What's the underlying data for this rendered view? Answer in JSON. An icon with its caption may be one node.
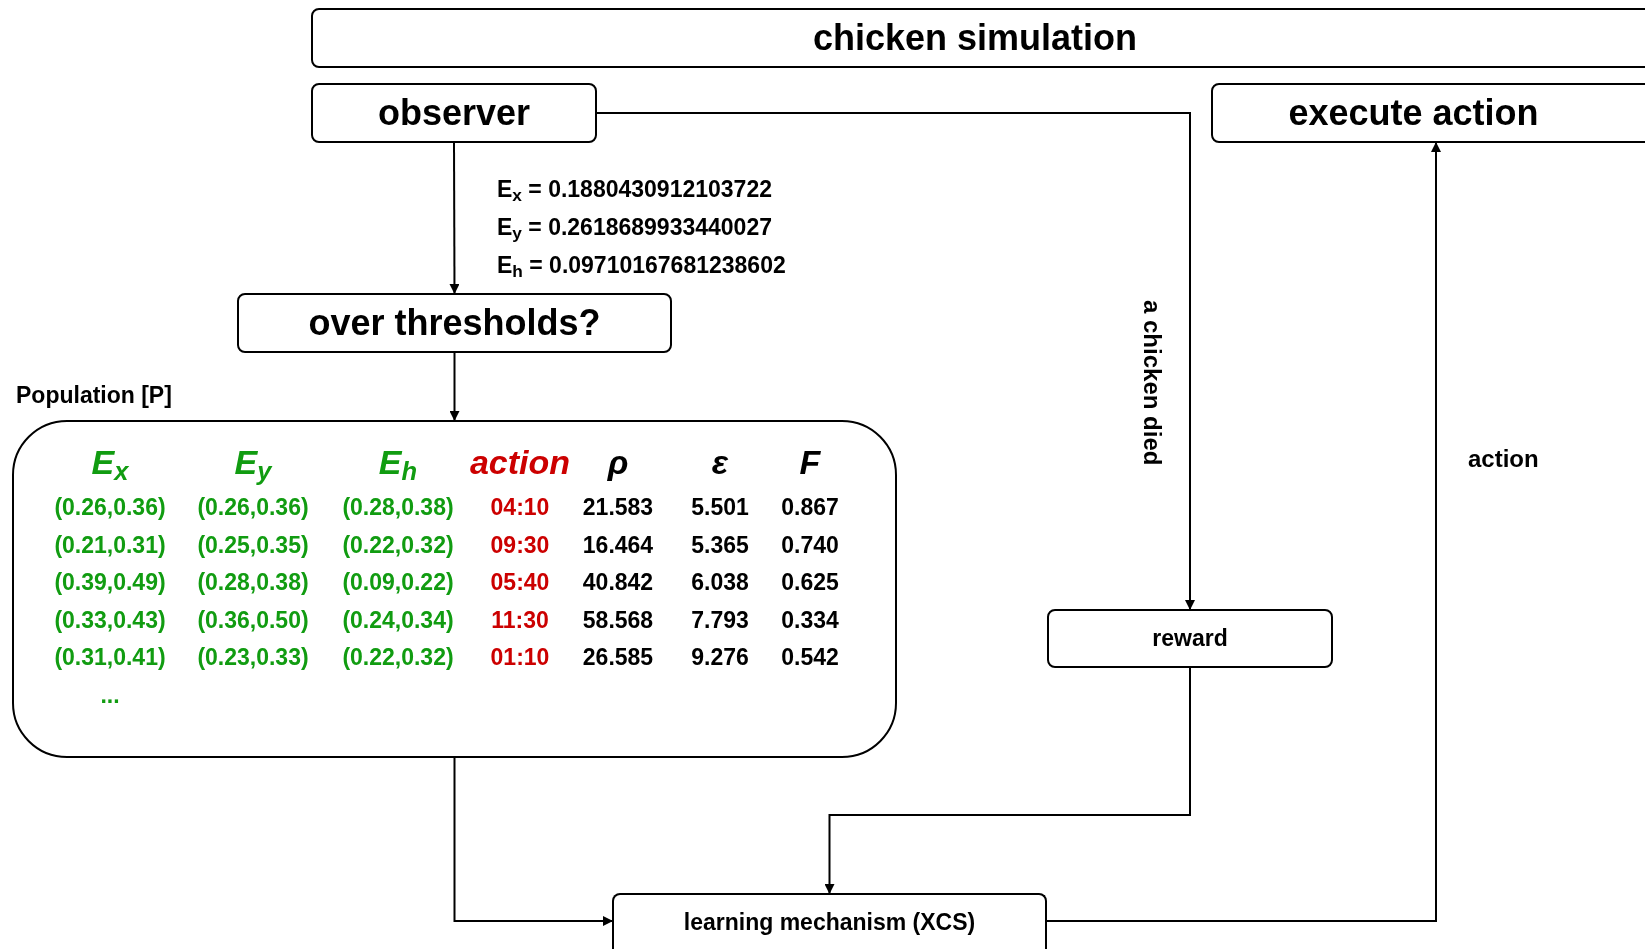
{
  "diagram": {
    "nodes": [
      {
        "text": [
          "chicken simulation"
        ]
      },
      {
        "text": [
          "observer"
        ]
      },
      {
        "text": [
          "execute action"
        ]
      },
      {
        "text": [
          "over thresholds?"
        ]
      },
      {
        "text": [
          "Population [P]"
        ]
      },
      {
        "text": [
          "reward"
        ]
      },
      {
        "text": [
          "learning mechanism (XCS)"
        ]
      }
    ],
    "edges": [
      {
        "from": 1,
        "to": 3,
        "arrow": "to"
      },
      {
        "from": 3,
        "to": 4,
        "arrow": "to"
      },
      {
        "from": 1,
        "to": 5,
        "arrow": "to",
        "label": "a chicken died"
      },
      {
        "from": 5,
        "to": 6,
        "arrow": "to"
      },
      {
        "from": 4,
        "to": 6,
        "arrow": "to"
      },
      {
        "from": 6,
        "to": 2,
        "arrow": "to",
        "label": "action"
      }
    ],
    "labels": [
      "E$_{x}$ = 0.1880430912103722",
      "E$_{y}$ = 0.2618689933440027",
      "E$_{h}$ = 0.09710167681238602",
      "E$_{x}$",
      "E$_{y}$",
      "E$_{h}$",
      "action",
      "ρ",
      "ε",
      "F",
      "(0.26,0.36)",
      "(0.26,0.36)",
      "(0.28,0.38)",
      "04:10",
      "21.583",
      "5.501",
      "0.867",
      "(0.21,0.31)",
      "(0.25,0.35)",
      "(0.22,0.32)",
      "09:30",
      "16.464",
      "5.365",
      "0.740",
      "(0.39,0.49)",
      "(0.28,0.38)",
      "(0.09,0.22)",
      "05:40",
      "40.842",
      "6.038",
      "0.625",
      "(0.33,0.43)",
      "(0.36,0.50)",
      "(0.24,0.34)",
      "11:30",
      "58.568",
      "7.793",
      "0.334",
      "(0.31,0.41)",
      "(0.23,0.33)",
      "(0.22,0.32)",
      "01:10",
      "26.585",
      "9.276",
      "0.542",
      "..."
    ]
  }
}
